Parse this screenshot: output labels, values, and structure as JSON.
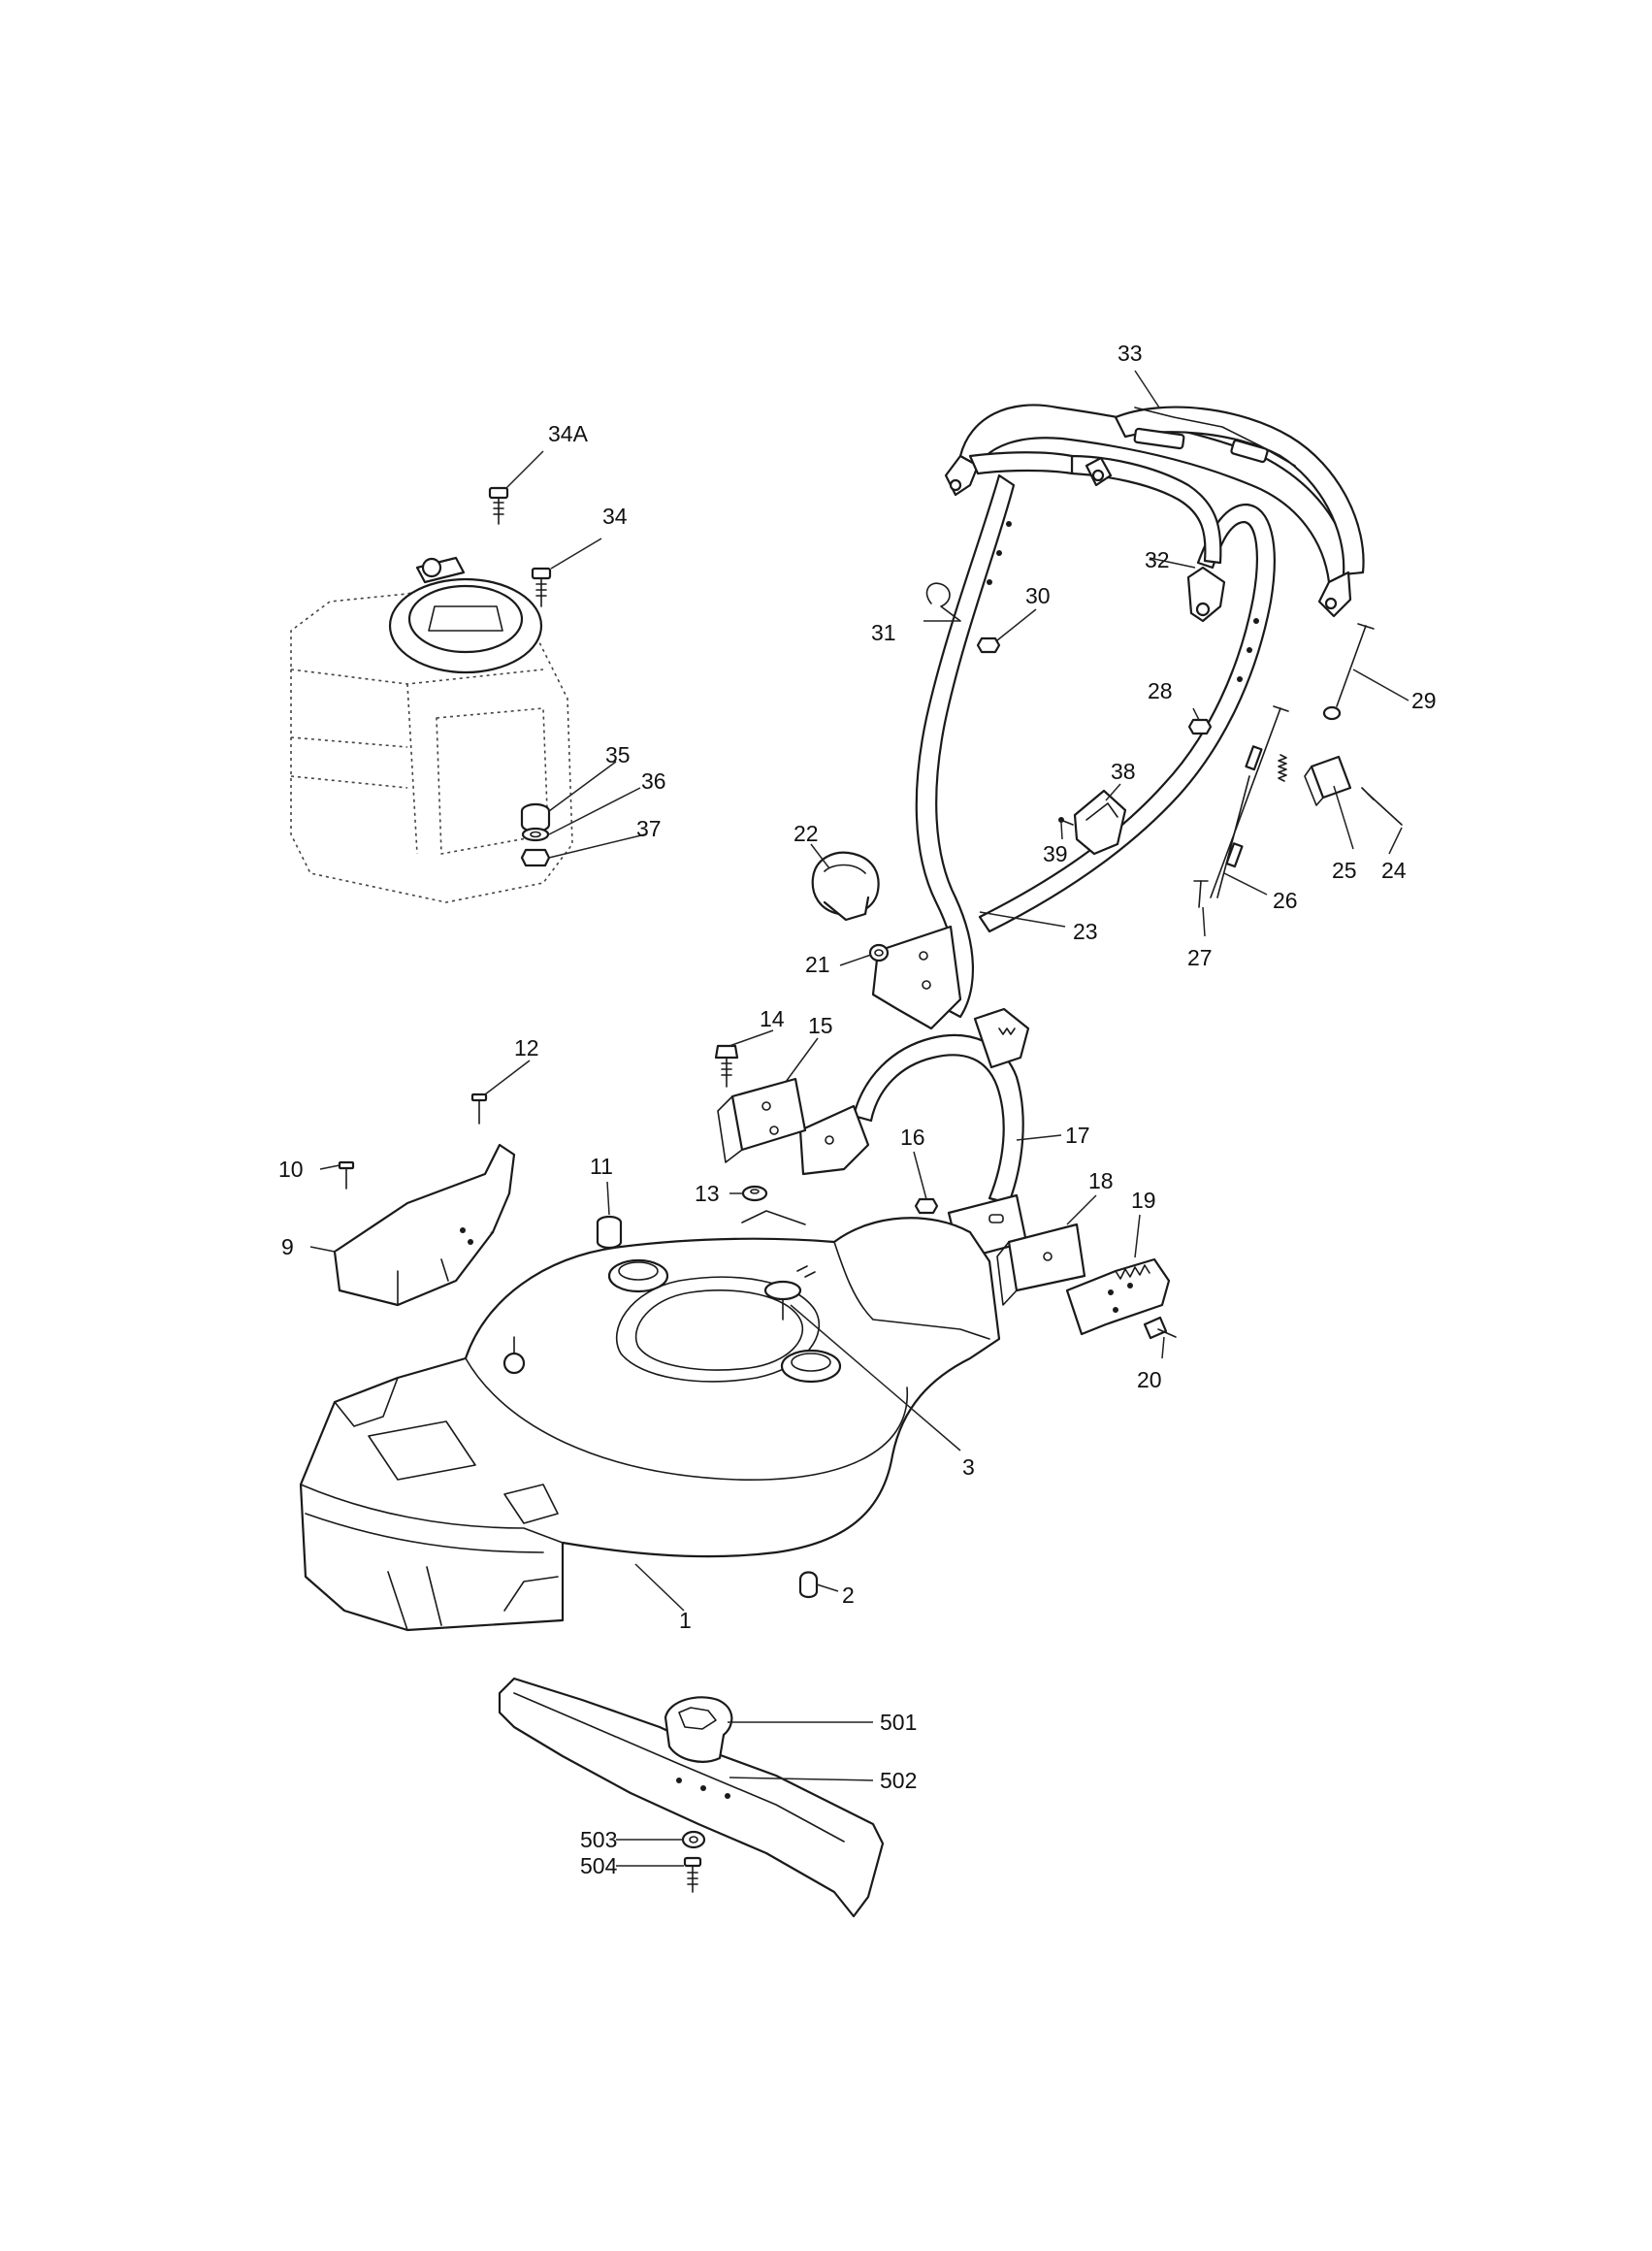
{
  "callouts": [
    {
      "id": "c1",
      "label": "1"
    },
    {
      "id": "c2",
      "label": "2"
    },
    {
      "id": "c3",
      "label": "3"
    },
    {
      "id": "c9",
      "label": "9"
    },
    {
      "id": "c10",
      "label": "10"
    },
    {
      "id": "c11",
      "label": "11"
    },
    {
      "id": "c12",
      "label": "12"
    },
    {
      "id": "c13",
      "label": "13"
    },
    {
      "id": "c14",
      "label": "14"
    },
    {
      "id": "c15",
      "label": "15"
    },
    {
      "id": "c16",
      "label": "16"
    },
    {
      "id": "c17",
      "label": "17"
    },
    {
      "id": "c18",
      "label": "18"
    },
    {
      "id": "c19",
      "label": "19"
    },
    {
      "id": "c20",
      "label": "20"
    },
    {
      "id": "c21",
      "label": "21"
    },
    {
      "id": "c22",
      "label": "22"
    },
    {
      "id": "c23",
      "label": "23"
    },
    {
      "id": "c24",
      "label": "24"
    },
    {
      "id": "c25",
      "label": "25"
    },
    {
      "id": "c26",
      "label": "26"
    },
    {
      "id": "c27",
      "label": "27"
    },
    {
      "id": "c28",
      "label": "28"
    },
    {
      "id": "c29",
      "label": "29"
    },
    {
      "id": "c30",
      "label": "30"
    },
    {
      "id": "c31",
      "label": "31"
    },
    {
      "id": "c32",
      "label": "32"
    },
    {
      "id": "c33",
      "label": "33"
    },
    {
      "id": "c34",
      "label": "34"
    },
    {
      "id": "c34a",
      "label": "34A"
    },
    {
      "id": "c35",
      "label": "35"
    },
    {
      "id": "c36",
      "label": "36"
    },
    {
      "id": "c37",
      "label": "37"
    },
    {
      "id": "c38",
      "label": "38"
    },
    {
      "id": "c39",
      "label": "39"
    },
    {
      "id": "c501",
      "label": "501"
    },
    {
      "id": "c502",
      "label": "502"
    },
    {
      "id": "c503",
      "label": "503"
    },
    {
      "id": "c504",
      "label": "504"
    }
  ]
}
